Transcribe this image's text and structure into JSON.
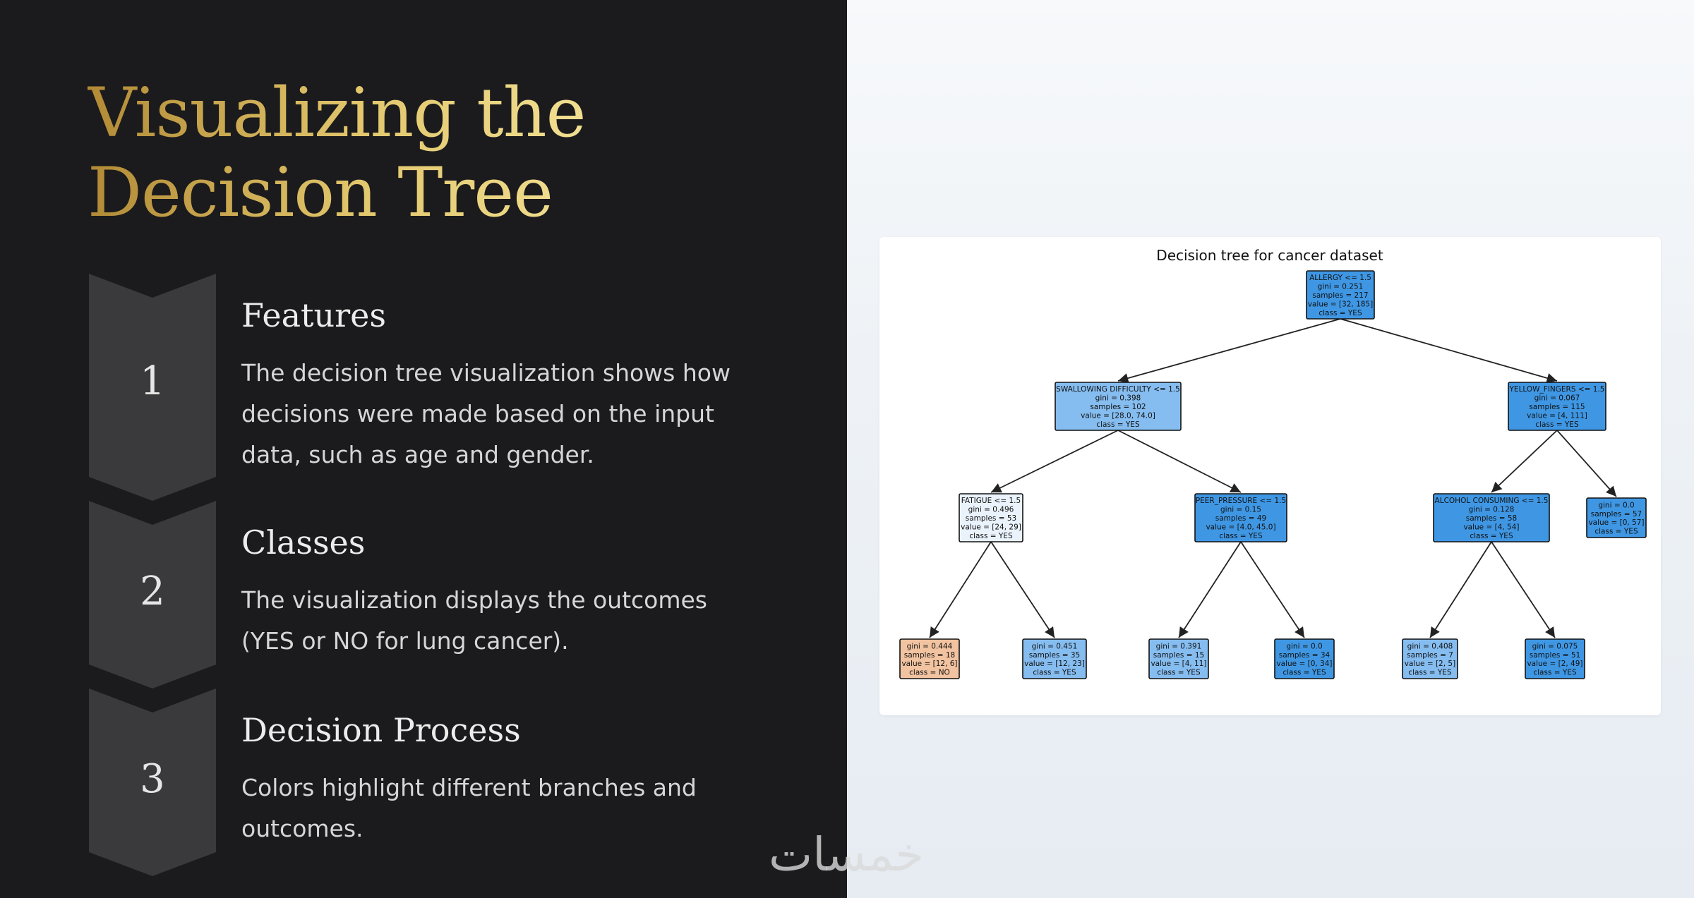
{
  "slide": {
    "title_line1": "Visualizing the",
    "title_line2": "Decision Tree"
  },
  "steps": [
    {
      "number": "1",
      "heading": "Features",
      "body": "The decision tree visualization shows how decisions were made based on the input data, such as age and gender."
    },
    {
      "number": "2",
      "heading": "Classes",
      "body": "The visualization displays the outcomes (YES or NO for lung cancer)."
    },
    {
      "number": "3",
      "heading": "Decision Process",
      "body": "Colors highlight different branches and outcomes."
    }
  ],
  "chart_data": {
    "type": "tree",
    "title": "Decision tree for cancer dataset",
    "colors": {
      "YES_strong": "#3f97e4",
      "YES_medium": "#5aa7e8",
      "YES_light": "#86bdf0",
      "YES_pale": "#eaf3fc",
      "NO": "#f2c3a0",
      "edge": "#222222"
    },
    "nodes": [
      {
        "id": "n0",
        "lines": [
          "ALLERGY  <= 1.5",
          "gini = 0.251",
          "samples = 217",
          "value = [32, 185]",
          "class = YES"
        ],
        "shade": "YES_strong"
      },
      {
        "id": "n1",
        "lines": [
          "SWALLOWING DIFFICULTY <= 1.5",
          "gini = 0.398",
          "samples = 102",
          "value = [28.0, 74.0]",
          "class = YES"
        ],
        "shade": "YES_light"
      },
      {
        "id": "n2",
        "lines": [
          "YELLOW_FINGERS <= 1.5",
          "gini = 0.067",
          "samples = 115",
          "value = [4, 111]",
          "class = YES"
        ],
        "shade": "YES_strong"
      },
      {
        "id": "n3",
        "lines": [
          "FATIGUE  <= 1.5",
          "gini = 0.496",
          "samples = 53",
          "value = [24, 29]",
          "class = YES"
        ],
        "shade": "YES_pale"
      },
      {
        "id": "n4",
        "lines": [
          "PEER_PRESSURE <= 1.5",
          "gini = 0.15",
          "samples = 49",
          "value = [4.0, 45.0]",
          "class = YES"
        ],
        "shade": "YES_strong"
      },
      {
        "id": "n5",
        "lines": [
          "ALCOHOL CONSUMING <= 1.5",
          "gini = 0.128",
          "samples = 58",
          "value = [4, 54]",
          "class = YES"
        ],
        "shade": "YES_strong"
      },
      {
        "id": "n6",
        "lines": [
          "gini = 0.0",
          "samples = 57",
          "value = [0, 57]",
          "class = YES"
        ],
        "shade": "YES_strong"
      },
      {
        "id": "n7",
        "lines": [
          "gini = 0.444",
          "samples = 18",
          "value = [12, 6]",
          "class = NO"
        ],
        "shade": "NO"
      },
      {
        "id": "n8",
        "lines": [
          "gini = 0.451",
          "samples = 35",
          "value = [12, 23]",
          "class = YES"
        ],
        "shade": "YES_light"
      },
      {
        "id": "n9",
        "lines": [
          "gini = 0.391",
          "samples = 15",
          "value = [4, 11]",
          "class = YES"
        ],
        "shade": "YES_light"
      },
      {
        "id": "n10",
        "lines": [
          "gini = 0.0",
          "samples = 34",
          "value = [0, 34]",
          "class = YES"
        ],
        "shade": "YES_strong"
      },
      {
        "id": "n11",
        "lines": [
          "gini = 0.408",
          "samples = 7",
          "value = [2, 5]",
          "class = YES"
        ],
        "shade": "YES_light"
      },
      {
        "id": "n12",
        "lines": [
          "gini = 0.075",
          "samples = 51",
          "value = [2, 49]",
          "class = YES"
        ],
        "shade": "YES_strong"
      }
    ],
    "edges": [
      [
        "n0",
        "n1"
      ],
      [
        "n0",
        "n2"
      ],
      [
        "n1",
        "n3"
      ],
      [
        "n1",
        "n4"
      ],
      [
        "n2",
        "n5"
      ],
      [
        "n2",
        "n6"
      ],
      [
        "n3",
        "n7"
      ],
      [
        "n3",
        "n8"
      ],
      [
        "n4",
        "n9"
      ],
      [
        "n4",
        "n10"
      ],
      [
        "n5",
        "n11"
      ],
      [
        "n5",
        "n12"
      ]
    ]
  },
  "watermark": {
    "text": "خمسات"
  }
}
